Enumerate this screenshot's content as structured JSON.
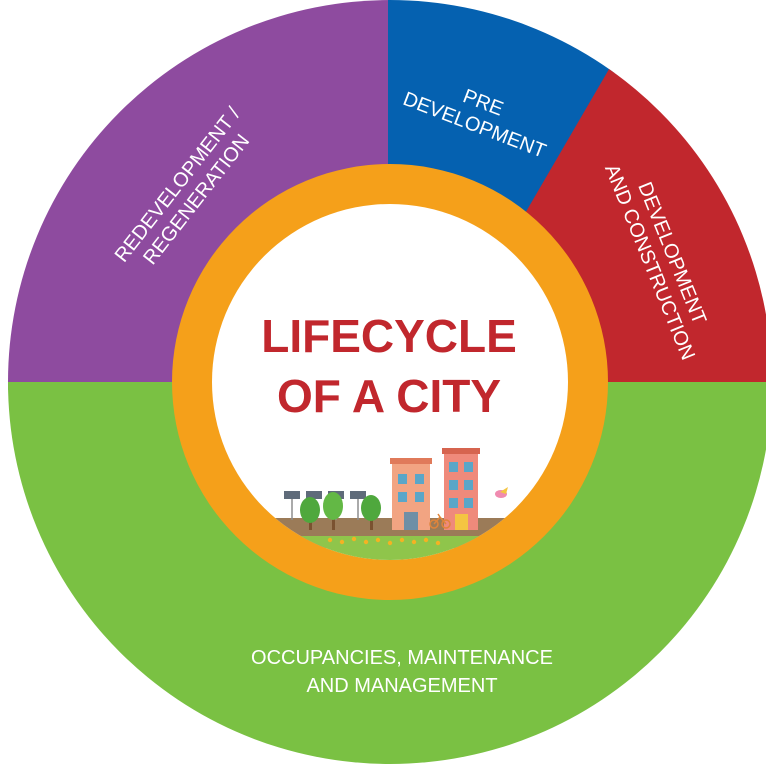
{
  "title": {
    "line1": "LIFECYCLE",
    "line2": "OF A CITY"
  },
  "segments": [
    {
      "id": "pre-development",
      "lines": [
        "PRE",
        "DEVELOPMENT"
      ],
      "color": "#0561b0"
    },
    {
      "id": "development-construction",
      "lines": [
        "DEVELOPMENT",
        "AND CONSTRUCTION"
      ],
      "color": "#c1272d"
    },
    {
      "id": "occupancies",
      "lines": [
        "OCCUPANCIES, MAINTENANCE",
        "AND MANAGEMENT"
      ],
      "color": "#7ac143"
    },
    {
      "id": "redevelopment",
      "lines": [
        "REDEVELOPMENT /",
        "REGENERATION"
      ],
      "color": "#8e4b9f"
    }
  ],
  "colors": {
    "ring": "#f5a01a",
    "title": "#c1272d",
    "center": "#ffffff"
  },
  "illustration": {
    "name": "city-street-illustration"
  }
}
